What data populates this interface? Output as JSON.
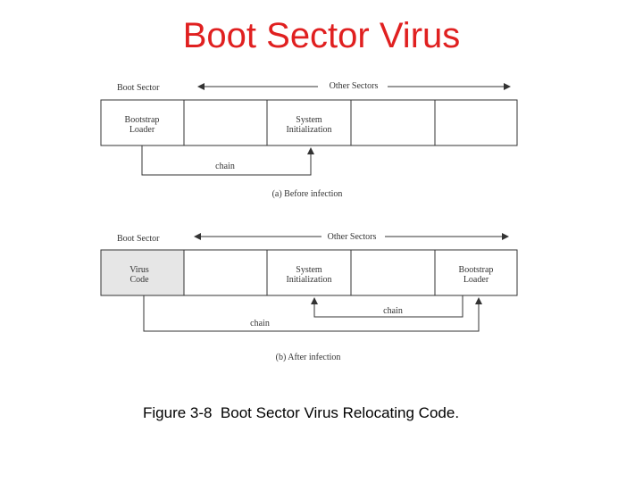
{
  "title": "Boot Sector Virus",
  "caption": "Figure 3-8  Boot Sector Virus Relocating Code.",
  "colors": {
    "title": "#e02020",
    "virus_cell_fill": "#e6e6e6",
    "line": "#333333"
  },
  "panel_a": {
    "boot_sector_label": "Boot Sector",
    "other_sectors_label": "Other Sectors",
    "cells": [
      {
        "line1": "Bootstrap",
        "line2": "Loader"
      },
      {
        "line1": "",
        "line2": ""
      },
      {
        "line1": "System",
        "line2": "Initialization"
      },
      {
        "line1": "",
        "line2": ""
      },
      {
        "line1": "",
        "line2": ""
      }
    ],
    "chain_label": "chain",
    "subcaption": "(a)  Before infection"
  },
  "panel_b": {
    "boot_sector_label": "Boot Sector",
    "other_sectors_label": "Other Sectors",
    "cells": [
      {
        "line1": "Virus",
        "line2": "Code"
      },
      {
        "line1": "",
        "line2": ""
      },
      {
        "line1": "System",
        "line2": "Initialization"
      },
      {
        "line1": "",
        "line2": ""
      },
      {
        "line1": "Bootstrap",
        "line2": "Loader"
      }
    ],
    "chain_inner_label": "chain",
    "chain_outer_label": "chain",
    "subcaption": "(b)  After infection"
  }
}
